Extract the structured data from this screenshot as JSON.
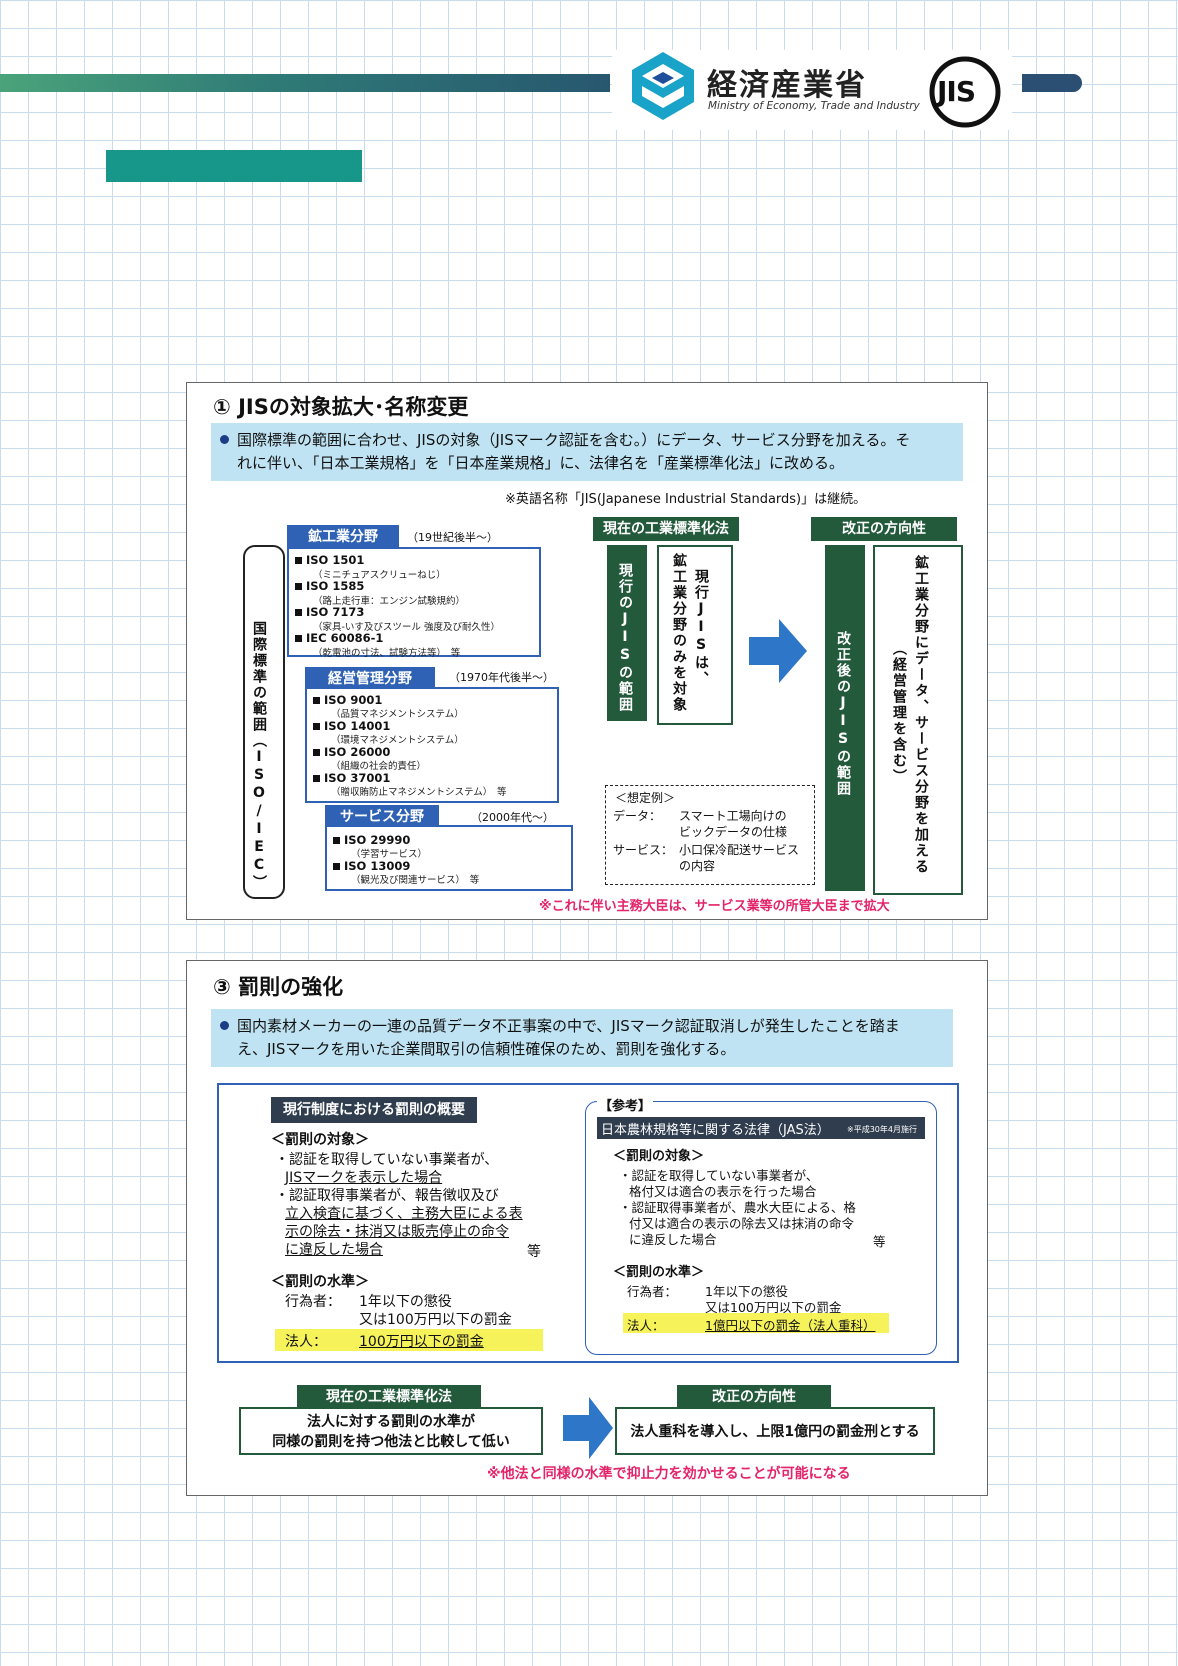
{
  "header": {
    "ministry_jp": "経済産業省",
    "ministry_en": "Ministry of Economy, Trade and Industry",
    "jis_logo_text": "JIS",
    "colors": {
      "bar_start": "#4aa37a",
      "bar_end": "#27576f",
      "teal": "#17968a",
      "navy": "#2a4f73"
    }
  },
  "section1": {
    "title": "①  JISの対象拡大･名称変更",
    "lead_line1": "国際標準の範囲に合わせ、JISの対象（JISマーク認証を含む。）にデータ、サービス分野を加える。そ",
    "lead_line2": "れに伴い、「日本工業規格」を「日本産業規格」に、法律名を「産業標準化法」に改める。",
    "english_note": "※英語名称「JIS(Japanese Industrial Standards)」は継続。",
    "scope_label": "国際標準の範囲（ISO/IEC）",
    "mining": {
      "label": "鉱工業分野",
      "period": "（19世紀後半～）",
      "items": [
        {
          "code": "ISO 1501",
          "desc": "（ミニチュアスクリューねじ）"
        },
        {
          "code": "ISO 1585",
          "desc": "（路上走行車：エンジン試験規約）"
        },
        {
          "code": "ISO 7173",
          "desc": "（家具-いす及びスツール 強度及び耐久性）"
        },
        {
          "code": "IEC 60086-1",
          "desc": "（乾電池の寸法、試験方法等）　等"
        }
      ]
    },
    "management": {
      "label": "経営管理分野",
      "period": "（1970年代後半～）",
      "items": [
        {
          "code": "ISO 9001",
          "desc": "（品質マネジメントシステム）"
        },
        {
          "code": "ISO 14001",
          "desc": "（環境マネジメントシステム）"
        },
        {
          "code": "ISO 26000",
          "desc": "（組織の社会的責任）"
        },
        {
          "code": "ISO 37001",
          "desc": "（贈収賄防止マネジメントシステム）　等"
        }
      ]
    },
    "service": {
      "label": "サービス分野",
      "period": "（2000年代～）",
      "items": [
        {
          "code": "ISO 29990",
          "desc": "（学習サービス）"
        },
        {
          "code": "ISO 13009",
          "desc": "（観光及び関連サービス）　等"
        }
      ]
    },
    "current_header": "現在の工業標準化法",
    "current_range": "現行のJISの範囲",
    "current_desc_col1": "現行JISは、",
    "current_desc_col2": "鉱工業分野のみを対象",
    "future_header": "改正の方向性",
    "future_range": "改正後のJISの範囲",
    "future_desc_col1": "鉱工業分野にデータ、サービス分野を加える",
    "future_desc_col2": "（経営管理を含む）",
    "example_title": "＜想定例＞",
    "example_data_label": "データ：",
    "example_data_line1": "スマート工場向けの",
    "example_data_line2": "ビックデータの仕様",
    "example_service_label": "サービス：",
    "example_service_line1": "小口保冷配送サービス",
    "example_service_line2": "の内容",
    "footnote": "※これに伴い主務大臣は、サービス業等の所管大臣まで拡大"
  },
  "section3": {
    "title": "③  罰則の強化",
    "lead_line1": "国内素材メーカーの一連の品質データ不正事案の中で、JISマーク認証取消しが発生したことを踏ま",
    "lead_line2": "え、JISマークを用いた企業間取引の信頼性確保のため、罰則を強化する。",
    "current_system_header": "現行制度における罰則の概要",
    "target_header": "＜罰則の対象＞",
    "target_line1": "・認証を取得していない事業者が、",
    "target_line2": "JISマークを表示した場合",
    "target_line3": "・認証取得事業者が、報告徴収及び",
    "target_line4": "立入検査に基づく、主務大臣による表",
    "target_line5": "示の除去・抹消又は販売停止の命令",
    "target_line6": "に違反した場合",
    "target_etc": "等",
    "level_header": "＜罰則の水準＞",
    "actor_label": "行為者：",
    "actor_line1": "1年以下の懲役",
    "actor_line2": "又は100万円以下の罰金",
    "corp_label": "法人：",
    "corp_value": "100万円以下の罰金",
    "ref_label": "【参考】",
    "jas_header": "日本農林規格等に関する法律（JAS法）",
    "jas_note": "※平成30年4月施行",
    "jas_target_header": "＜罰則の対象＞",
    "jas_line1": "・認証を取得していない事業者が、",
    "jas_line2": "格付又は適合の表示を行った場合",
    "jas_line3": "・認証取得事業者が、農水大臣による、格",
    "jas_line4": "付又は適合の表示の除去又は抹消の命令",
    "jas_line5": "に違反した場合",
    "jas_etc": "等",
    "jas_level_header": "＜罰則の水準＞",
    "jas_actor_label": "行為者：",
    "jas_actor_line1": "1年以下の懲役",
    "jas_actor_line2": "又は100万円以下の罰金",
    "jas_corp_label": "法人：",
    "jas_corp_value": "1億円以下の罰金（法人重科）",
    "current_law_header": "現在の工業標準化法",
    "current_law_line1": "法人に対する罰則の水準が",
    "current_law_line2": "同様の罰則を持つ他法と比較して低い",
    "direction_header": "改正の方向性",
    "direction_text": "法人重科を導入し、上限1億円の罰金刑とする",
    "footnote": "※他法と同様の水準で抑止力を効かせることが可能になる"
  }
}
